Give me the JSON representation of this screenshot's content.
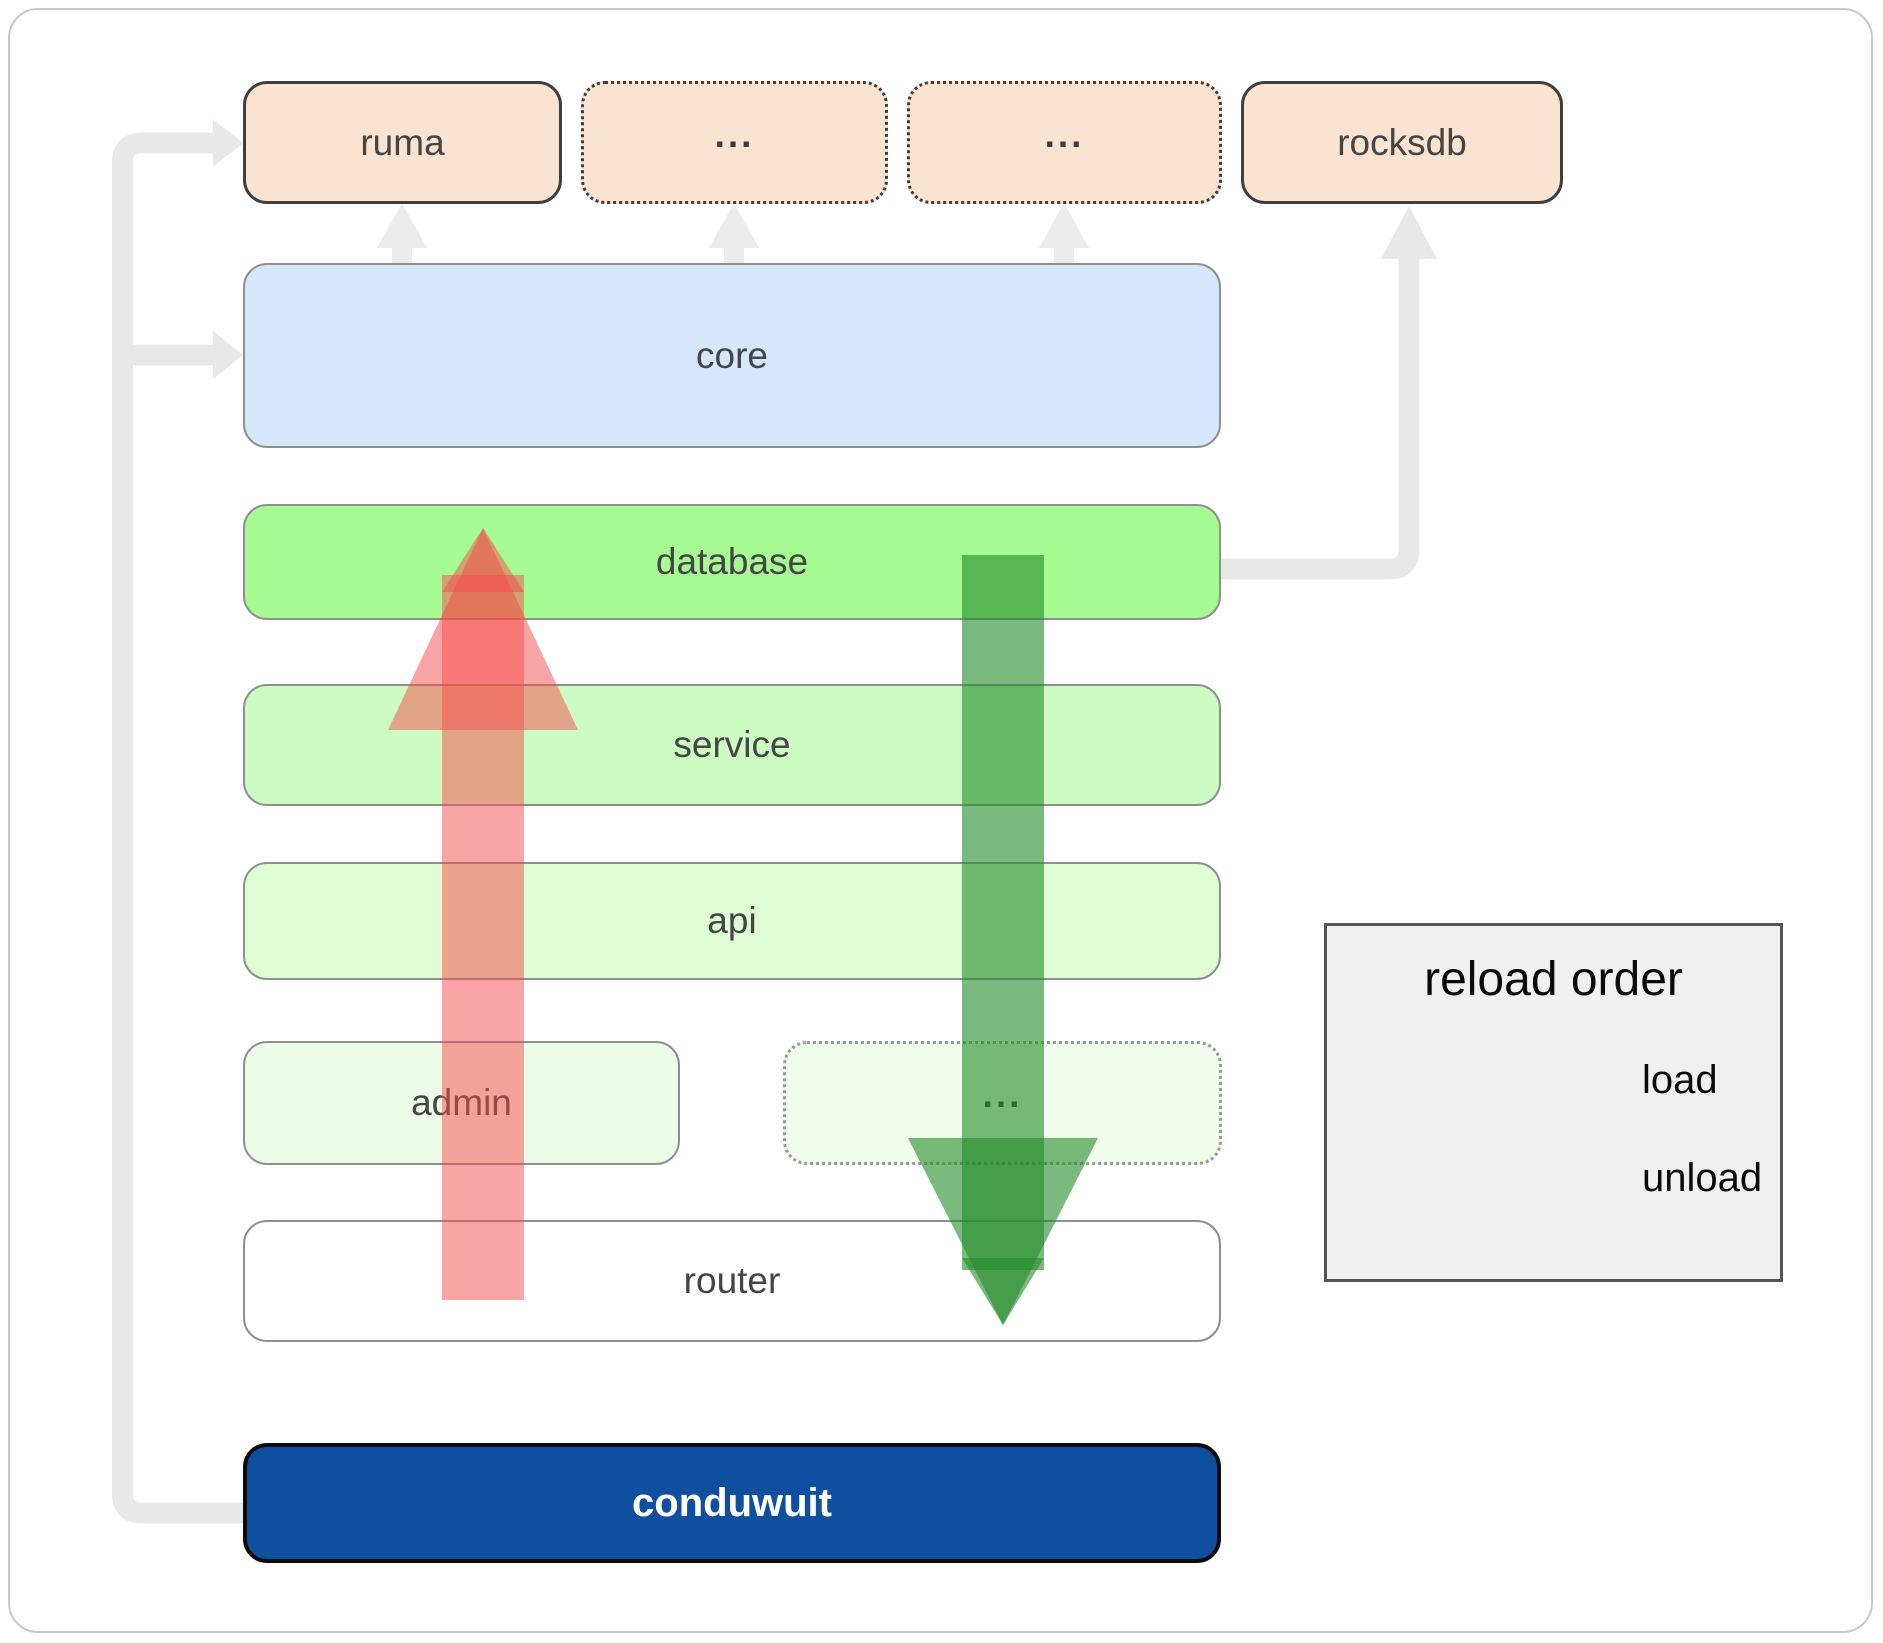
{
  "nodes": {
    "ruma": {
      "label": "ruma"
    },
    "ellipsis1": {
      "label": "..."
    },
    "ellipsis2": {
      "label": "..."
    },
    "rocksdb": {
      "label": "rocksdb"
    },
    "core": {
      "label": "core"
    },
    "database": {
      "label": "database"
    },
    "service": {
      "label": "service"
    },
    "api": {
      "label": "api"
    },
    "admin": {
      "label": "admin"
    },
    "ellipsis3": {
      "label": "..."
    },
    "router": {
      "label": "router"
    },
    "conduwuit": {
      "label": "conduwuit"
    }
  },
  "legend": {
    "title": "reload order",
    "items": [
      {
        "label": "load"
      },
      {
        "label": "unload"
      }
    ]
  },
  "colors": {
    "load_green": "#238c28",
    "unload_red": "#f64b4b",
    "conduwuit_blue": "#0e4f9e",
    "crate_peach": "#fbe3d1",
    "core_blue": "#d6e7fb",
    "database_green": "#a6fb93",
    "connector_gray": "#e8e8e8"
  }
}
